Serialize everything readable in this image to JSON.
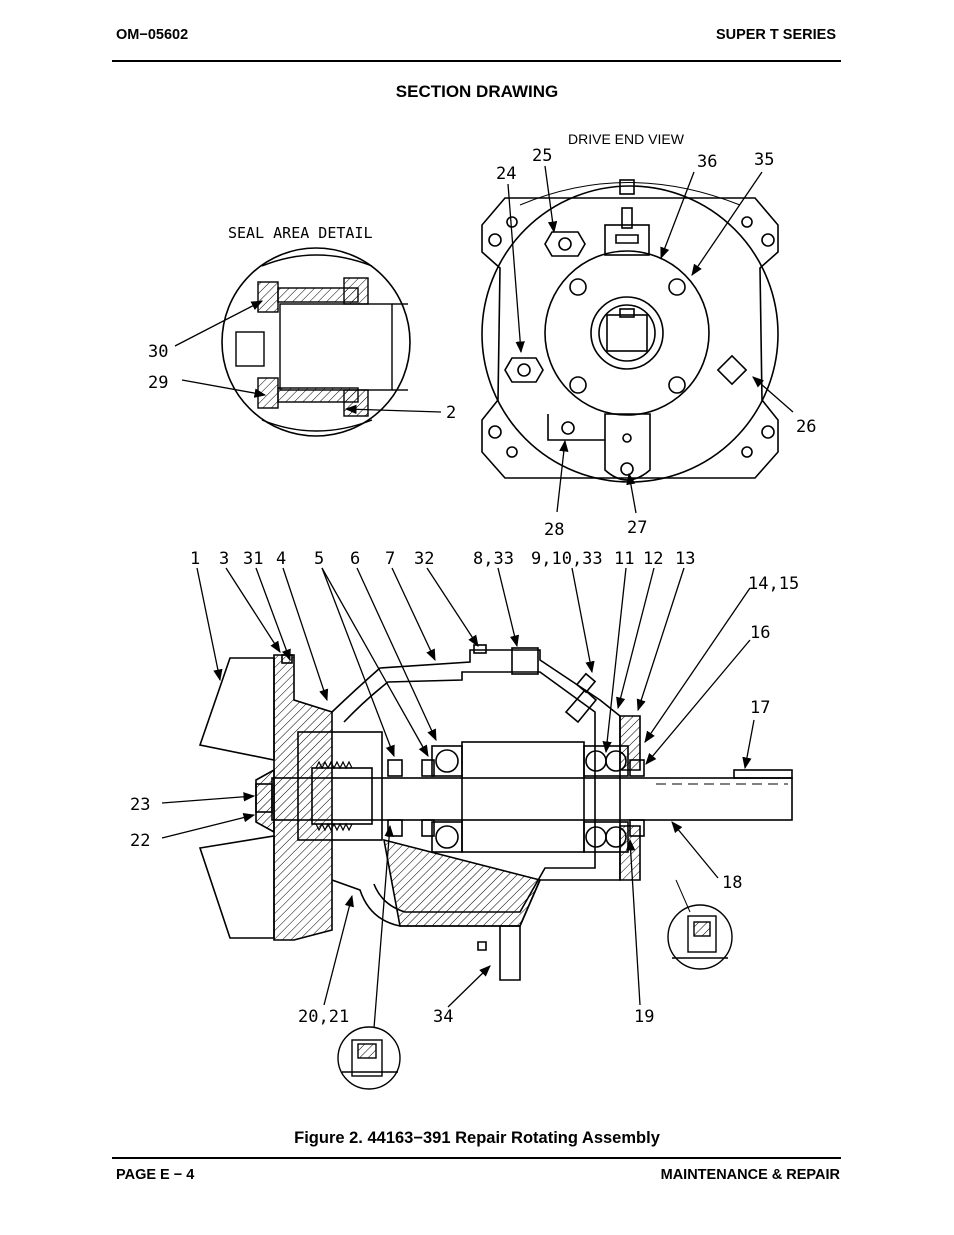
{
  "header": {
    "doc_number": "OM−05602",
    "series": "SUPER T SERIES"
  },
  "section_title": "SECTION DRAWING",
  "drawing": {
    "drive_end_title": "DRIVE END VIEW",
    "seal_detail_title": "SEAL AREA DETAIL",
    "callouts": {
      "c1": "1",
      "c2": "2",
      "c3": "3",
      "c31": "31",
      "c4": "4",
      "c5": "5",
      "c6": "6",
      "c7": "7",
      "c32": "32",
      "c8_33": "8,33",
      "c9_10_33": "9,10,33",
      "c11": "11",
      "c12": "12",
      "c13": "13",
      "c14_15": "14,15",
      "c16": "16",
      "c17": "17",
      "c18": "18",
      "c19": "19",
      "c20_21": "20,21",
      "c22": "22",
      "c23": "23",
      "c24": "24",
      "c25": "25",
      "c26": "26",
      "c27": "27",
      "c28": "28",
      "c29": "29",
      "c30": "30",
      "c34": "34",
      "c35": "35",
      "c36": "36"
    }
  },
  "figure_caption": "Figure 2. 44163−391 Repair Rotating Assembly",
  "footer": {
    "page": "PAGE E − 4",
    "chapter": "MAINTENANCE & REPAIR"
  }
}
